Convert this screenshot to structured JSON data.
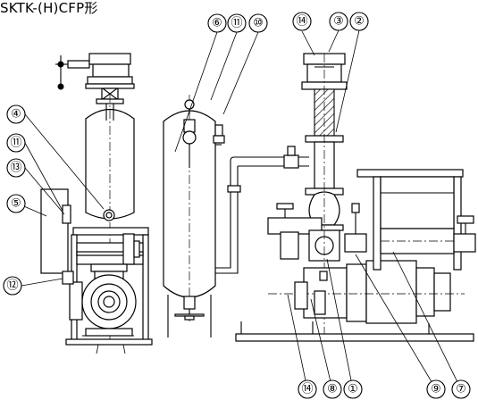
{
  "title": "SKTK-(H)CFP形",
  "callouts": [
    {
      "id": "c1",
      "label": "①"
    },
    {
      "id": "c2",
      "label": "②"
    },
    {
      "id": "c3",
      "label": "③"
    },
    {
      "id": "c4",
      "label": "④"
    },
    {
      "id": "c5",
      "label": "⑤"
    },
    {
      "id": "c6",
      "label": "⑥"
    },
    {
      "id": "c7",
      "label": "⑦"
    },
    {
      "id": "c8",
      "label": "⑧"
    },
    {
      "id": "c9",
      "label": "⑨"
    },
    {
      "id": "c10",
      "label": "⑩"
    },
    {
      "id": "c11a",
      "label": "⑪"
    },
    {
      "id": "c11b",
      "label": "⑪"
    },
    {
      "id": "c12",
      "label": "⑫"
    },
    {
      "id": "c13",
      "label": "⑬"
    },
    {
      "id": "c14a",
      "label": "⑭"
    },
    {
      "id": "c14b",
      "label": "⑭"
    }
  ]
}
